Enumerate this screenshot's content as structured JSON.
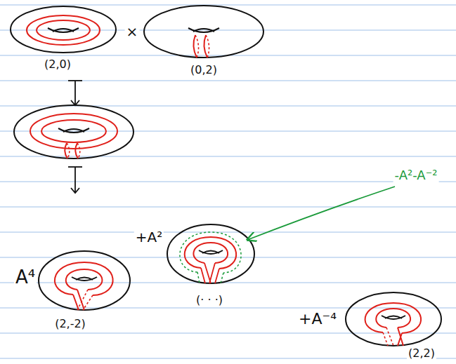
{
  "diagram": {
    "labels": [
      "(2,0)",
      "×",
      "(0,2)",
      "-A²-A⁻²",
      "A⁴",
      "+A²",
      "(· · ·)",
      "+A⁻⁴",
      "(2,-2)",
      "(2,2)"
    ]
  }
}
